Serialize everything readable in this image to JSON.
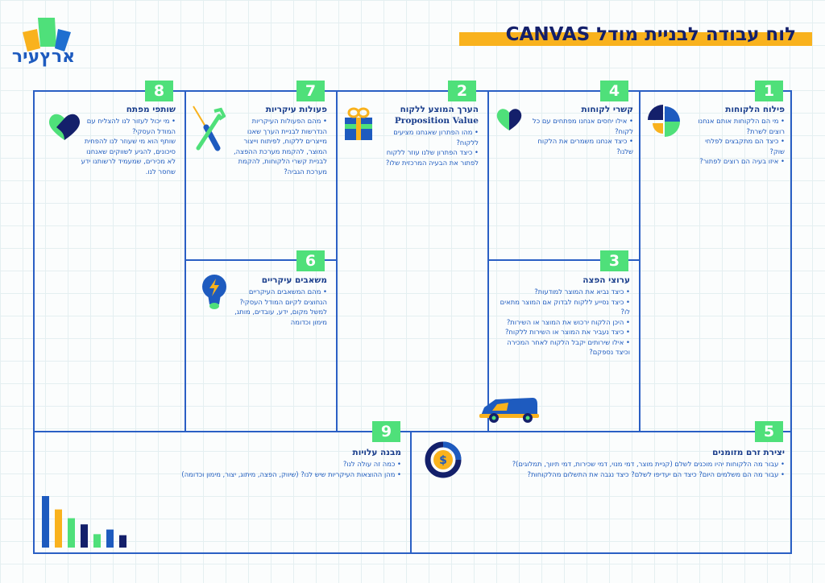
{
  "logo": {
    "text": "ארץעיר"
  },
  "title": "לוח עבודה לבניית מודל CANVAS",
  "colors": {
    "blue": "#1e5bbf",
    "navy": "#14206b",
    "green": "#4fe07a",
    "yellow": "#f9b21d"
  },
  "blocks": {
    "segments": {
      "number": "1",
      "title": "פילוח הלקוחות",
      "lines": [
        "• מי הם הלקוחות אותם אנחנו רוצים לשרת?",
        "• כיצד הם מתקבצים לפלחי שוק?",
        "• איזו בעיה הם רוצים לפתור?"
      ],
      "icon": "pie-chart-icon"
    },
    "value": {
      "number": "2",
      "title": "הערך המוצע ללקוח",
      "title_en": "Proposition Value",
      "lines": [
        "• מהו הפתרון שאנחנו מציעים ללקוח?",
        "• כיצד הפתרון שלנו עוזר ללקוח לפתור את הבעיה המרכזית שלו?"
      ],
      "icon": "gift-icon"
    },
    "channels": {
      "number": "3",
      "title": "ערוצי הפצה",
      "lines": [
        "• כיצד נביא את המוצר למודעות?",
        "• כיצד נסייע ללקוח לבדוק אם המוצר מתאים לו?",
        "• היכן הלקוח ירכוש את המוצר או השירות?",
        "• כיצד נעביר את המוצר או השירות ללקוח?",
        "• אילו שירותים יקבל הלקוח לאחר המכירה וכיצד נספקם?"
      ],
      "icon": "van-icon"
    },
    "relationships": {
      "number": "4",
      "title": "קשרי לקוחות",
      "lines": [
        "• אילו יחסים אנחנו מפתחים עם כל לקוח?",
        "• כיצד אנחנו משמרים את הלקוח שלנו?"
      ],
      "icon": "heart-icon"
    },
    "revenue": {
      "number": "5",
      "title": "יצירת זרם מזומנים",
      "lines": [
        "• עבור מה הלקוחות יהיו מוכנים לשלם (קניית מוצר, דמי מנוי, דמי שכירות, דמי תיווך, תמלוגים)?",
        "• עבור מה הם משלמים היום? כיצד הם יעדיפו לשלם? כיצד נגבה את התשלום מהלקוחות?"
      ],
      "icon": "dollar-coin-icon"
    },
    "resources": {
      "number": "6",
      "title": "משאבים עיקריים",
      "lines": [
        "• מהם המשאבים העיקריים הנחוצים לקיום המודל העסקי? למשל מקום, ידע, עובדים, מותג, מימון וכדומה"
      ],
      "icon": "lightbulb-icon"
    },
    "activities": {
      "number": "7",
      "title": "פעולות עיקריות",
      "lines": [
        "• מהם הפעולות העיקריות הנדרשות לבניית הערך שאנו מייצרים ללקוח, לפיתוח וייצור המוצר, להקמת מערכת ההפצה, לבניית קשרי הלקוחות, להקמת מערכת הגביה?"
      ],
      "icon": "tools-icon"
    },
    "partners": {
      "number": "8",
      "title": "שותפי מפתח",
      "lines": [
        "• מי יכול לעזור לנו להצליח עם המודל העסקי?",
        "שותף הוא מי שעוזר לנו להפחית סיכונים, להגיע לשווקים שאנחנו לא מכירים, שמעמיד לרשותנו ידע שחסר לנו."
      ],
      "icon": "handshake-heart-icon"
    },
    "costs": {
      "number": "9",
      "title": "מבנה עלויות",
      "lines": [
        "• כמה זה עולה לנו?",
        "• מהן ההוצאות העיקריות שיש לנו? (שיווק, הפצה, מיתוג, יצור, מימון וכדומה)"
      ],
      "icon": "bar-chart-icon"
    }
  },
  "cost_icon_bars": [
    100,
    74,
    57,
    45,
    26,
    35,
    24
  ]
}
